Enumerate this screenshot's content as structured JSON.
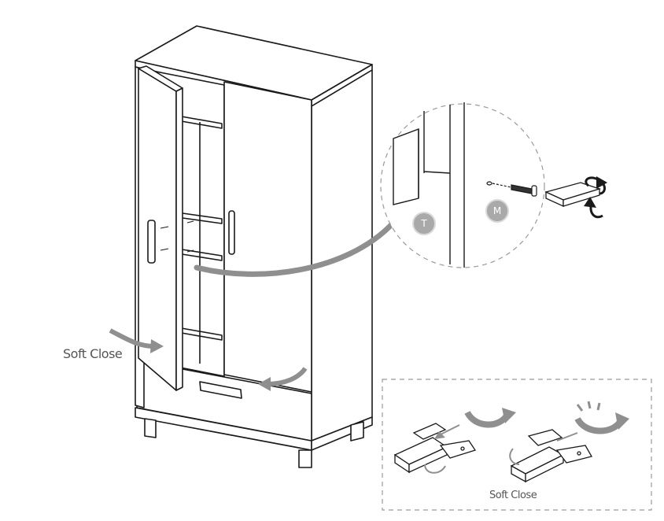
{
  "labels": {
    "soft_close_main": "Soft Close",
    "soft_close_inset": "Soft Close"
  },
  "badges": {
    "tool_t": "T",
    "tool_m": "M"
  },
  "colors": {
    "line": "#1a1a1a",
    "arrow_gray": "#8f8f8f",
    "badge_gray": "#a9a9a9"
  }
}
